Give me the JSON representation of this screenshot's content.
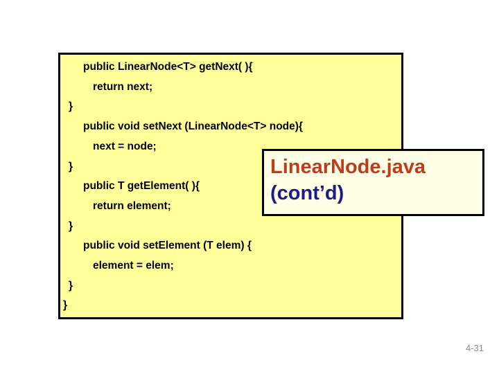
{
  "slide": {
    "background": "#FFFFFF",
    "footer": {
      "page_number": "4-31",
      "color": "#8C8C8C"
    }
  },
  "code_box": {
    "background": "#FFFF99",
    "border_color": "#000000",
    "text_color": "#000000",
    "lines": [
      "public LinearNode<T> getNext( ){",
      "return next;",
      "}",
      "public void setNext (LinearNode<T> node){",
      "next = node;",
      "}",
      "public T getElement( ){",
      "return element;",
      "}",
      "public void setElement (T elem) {",
      "element = elem;",
      "}",
      "}"
    ]
  },
  "callout_box": {
    "title": "LinearNode.java",
    "subtitle": "(cont’d)",
    "background": "#FFFFE6",
    "border_color": "#000000",
    "title_color": "#C03B1E",
    "subtitle_color": "#1B1B8A"
  }
}
